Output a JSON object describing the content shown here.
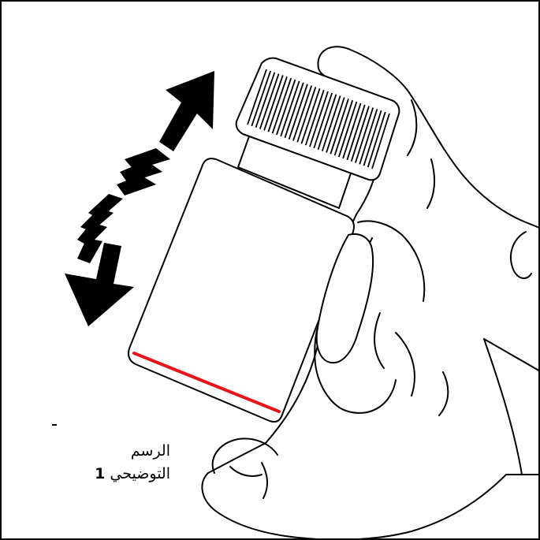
{
  "figure": {
    "caption_word1": "الرسم",
    "caption_word2": "التوضيحي",
    "caption_number": "1"
  },
  "colors": {
    "outline": "#000000",
    "background": "#ffffff",
    "fill_line": "#e8141c",
    "arrow": "#000000"
  },
  "icons": {
    "hand": "hand-holding-bottle",
    "bottle": "medicine-bottle",
    "motion": "double-curved-arrow"
  }
}
